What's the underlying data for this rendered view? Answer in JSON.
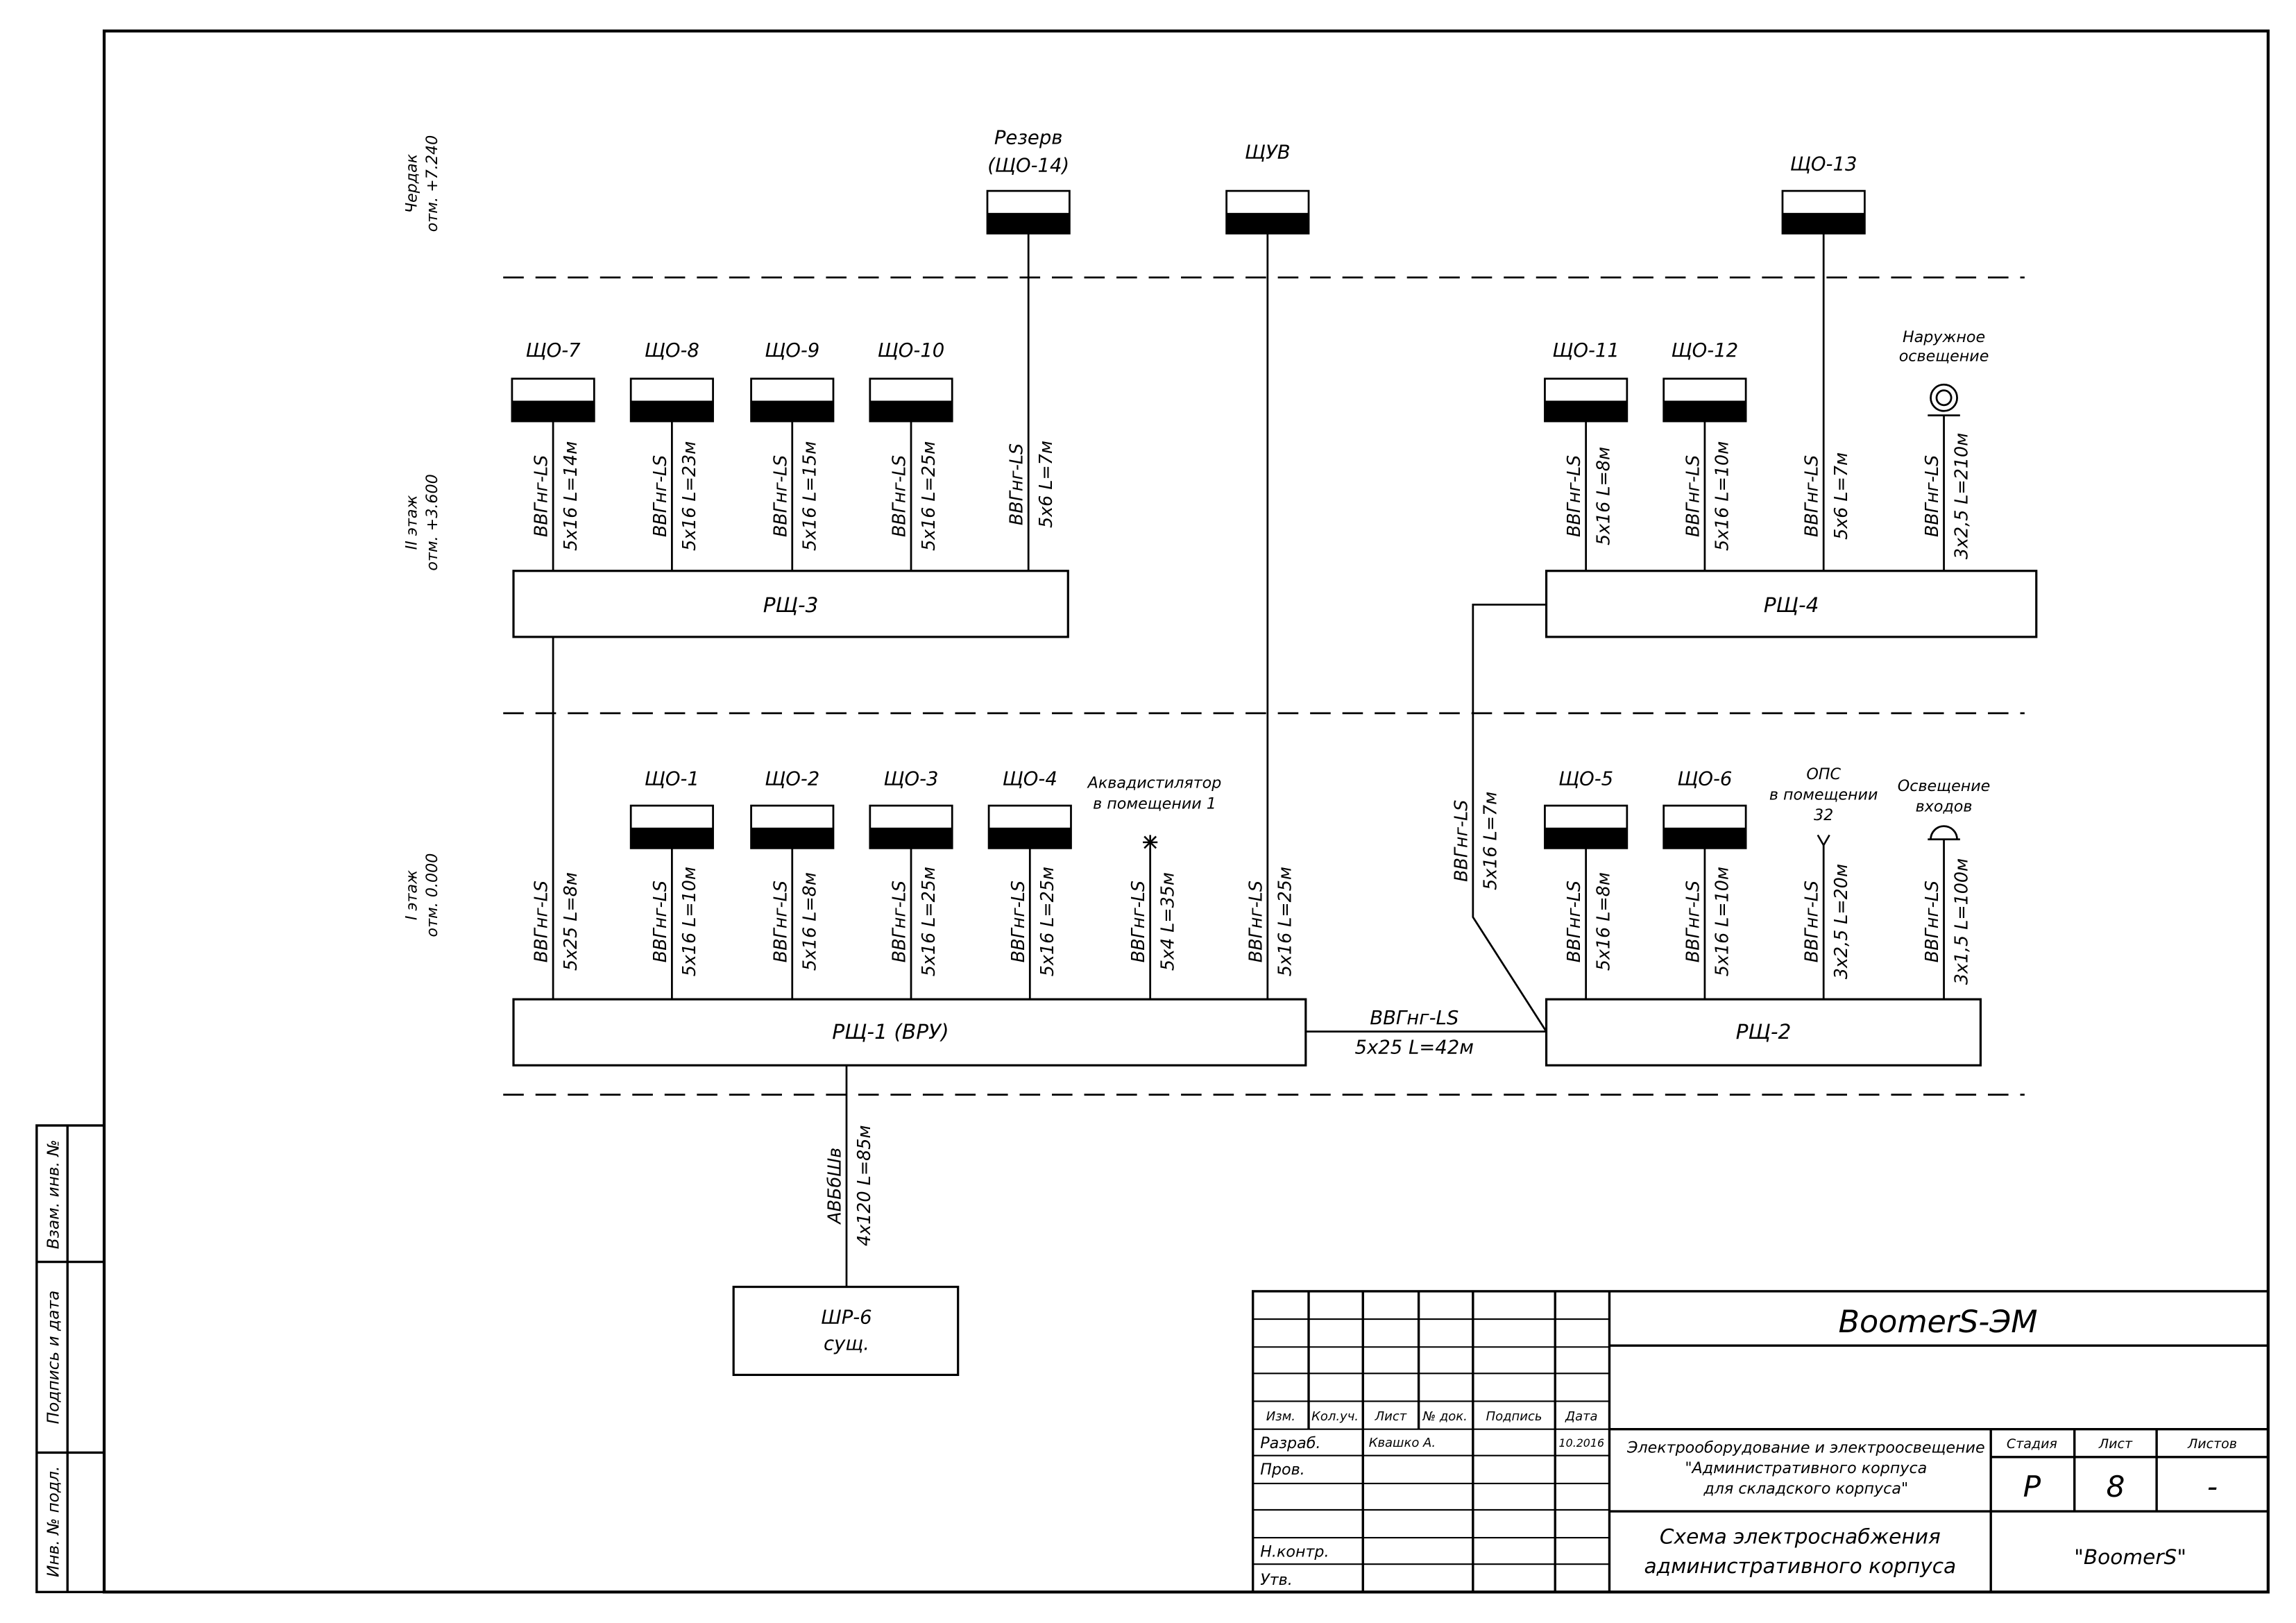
{
  "levels": {
    "attic_name": "Чердак",
    "attic_elev": "отм. +7.240",
    "floor2_name": "II этаж",
    "floor2_elev": "отм. +3.600",
    "floor1_name": "I этаж",
    "floor1_elev": "отм. 0.000"
  },
  "panels": {
    "rsh1": "РЩ-1 (ВРУ)",
    "rsh2": "РЩ-2",
    "rsh3": "РЩ-3",
    "rsh4": "РЩ-4",
    "shr6_line1": "ШР-6",
    "shr6_line2": "сущ."
  },
  "attic": {
    "reserve_line1": "Резерв",
    "reserve_line2": "(ЩО-14)",
    "shuv": "ЩУВ",
    "sho13": "ЩО-13"
  },
  "floor2_left": [
    {
      "label": "ЩО-7",
      "cable_type": "ВВГнг-LS",
      "cable_spec": "5х16 L=14м"
    },
    {
      "label": "ЩО-8",
      "cable_type": "ВВГнг-LS",
      "cable_spec": "5х16 L=23м"
    },
    {
      "label": "ЩО-9",
      "cable_type": "ВВГнг-LS",
      "cable_spec": "5х16 L=15м"
    },
    {
      "label": "ЩО-10",
      "cable_type": "ВВГнг-LS",
      "cable_spec": "5х16 L=25м"
    }
  ],
  "reserve_cable": {
    "cable_type": "ВВГнг-LS",
    "cable_spec": "5х6 L=7м"
  },
  "floor2_right": [
    {
      "label": "ЩО-11",
      "cable_type": "ВВГнг-LS",
      "cable_spec": "5х16 L=8м"
    },
    {
      "label": "ЩО-12",
      "cable_type": "ВВГнг-LS",
      "cable_spec": "5х16 L=10м"
    }
  ],
  "sho13_cable": {
    "cable_type": "ВВГнг-LS",
    "cable_spec": "5х6 L=7м"
  },
  "outdoor": {
    "line1": "Наружное",
    "line2": "освещение",
    "cable_type": "ВВГнг-LS",
    "cable_spec": "3х2,5 L=210м"
  },
  "floor1_left": [
    {
      "label": "ЩО-1",
      "cable_type": "ВВГнг-LS",
      "cable_spec": "5х16 L=10м"
    },
    {
      "label": "ЩО-2",
      "cable_type": "ВВГнг-LS",
      "cable_spec": "5х16 L=8м"
    },
    {
      "label": "ЩО-3",
      "cable_type": "ВВГнг-LS",
      "cable_spec": "5х16 L=25м"
    },
    {
      "label": "ЩО-4",
      "cable_type": "ВВГнг-LS",
      "cable_spec": "5х16 L=25м"
    }
  ],
  "rsh3_feed": {
    "cable_type": "ВВГнг-LS",
    "cable_spec": "5х25 L=8м"
  },
  "aqua": {
    "line1": "Аквадистилятор",
    "line2": "в помещении 1",
    "cable_type": "ВВГнг-LS",
    "cable_spec": "5х4 L=35м"
  },
  "shuv_cable": {
    "cable_type": "ВВГнг-LS",
    "cable_spec": "5х16 L=25м"
  },
  "rsh4_feed": {
    "cable_type": "ВВГнг-LS",
    "cable_spec": "5х16 L=7м"
  },
  "floor1_right": [
    {
      "label": "ЩО-5",
      "cable_type": "ВВГнг-LS",
      "cable_spec": "5х16 L=8м"
    },
    {
      "label": "ЩО-6",
      "cable_type": "ВВГнг-LS",
      "cable_spec": "5х16 L=10м"
    }
  ],
  "ops": {
    "line1": "ОПС",
    "line2": "в помещении",
    "line3": "32",
    "cable_type": "ВВГнг-LS",
    "cable_spec": "3х2,5 L=20м"
  },
  "entrance": {
    "line1": "Освещение",
    "line2": "входов",
    "cable_type": "ВВГнг-LS",
    "cable_spec": "3х1,5 L=100м"
  },
  "rsh1_rsh2_cable": {
    "cable_type": "ВВГнг-LS",
    "cable_spec": "5х25 L=42м"
  },
  "input_cable": {
    "cable_type": "АВБбШв",
    "cable_spec": "4х120 L=85м"
  },
  "side_stamp": {
    "vzam": "Взам. инв. №",
    "podpis": "Подпись и дата",
    "inv": "Инв. № подл."
  },
  "title_block": {
    "code": "BoomerS-ЭМ",
    "col_izm": "Изм.",
    "col_koluch": "Кол.уч.",
    "col_list": "Лист",
    "col_ndok": "№ док.",
    "col_podpis": "Подпись",
    "col_data": "Дата",
    "row_razrab": "Разраб.",
    "razrab_name": "Квашко А.",
    "razrab_date": "10.2016",
    "row_prov": "Пров.",
    "row_nkontr": "Н.контр.",
    "row_utv": "Утв.",
    "project_line1": "Электрооборудование и электроосвещение",
    "project_line2": "\"Административного корпуса",
    "project_line3": "для складского корпуса\"",
    "stadia_label": "Стадия",
    "list_label": "Лист",
    "listov_label": "Листов",
    "stadia_value": "Р",
    "list_value": "8",
    "listov_value": "-",
    "sheet_title_line1": "Схема электроснабжения",
    "sheet_title_line2": "административного корпуса",
    "company": "\"BoomerS\""
  }
}
